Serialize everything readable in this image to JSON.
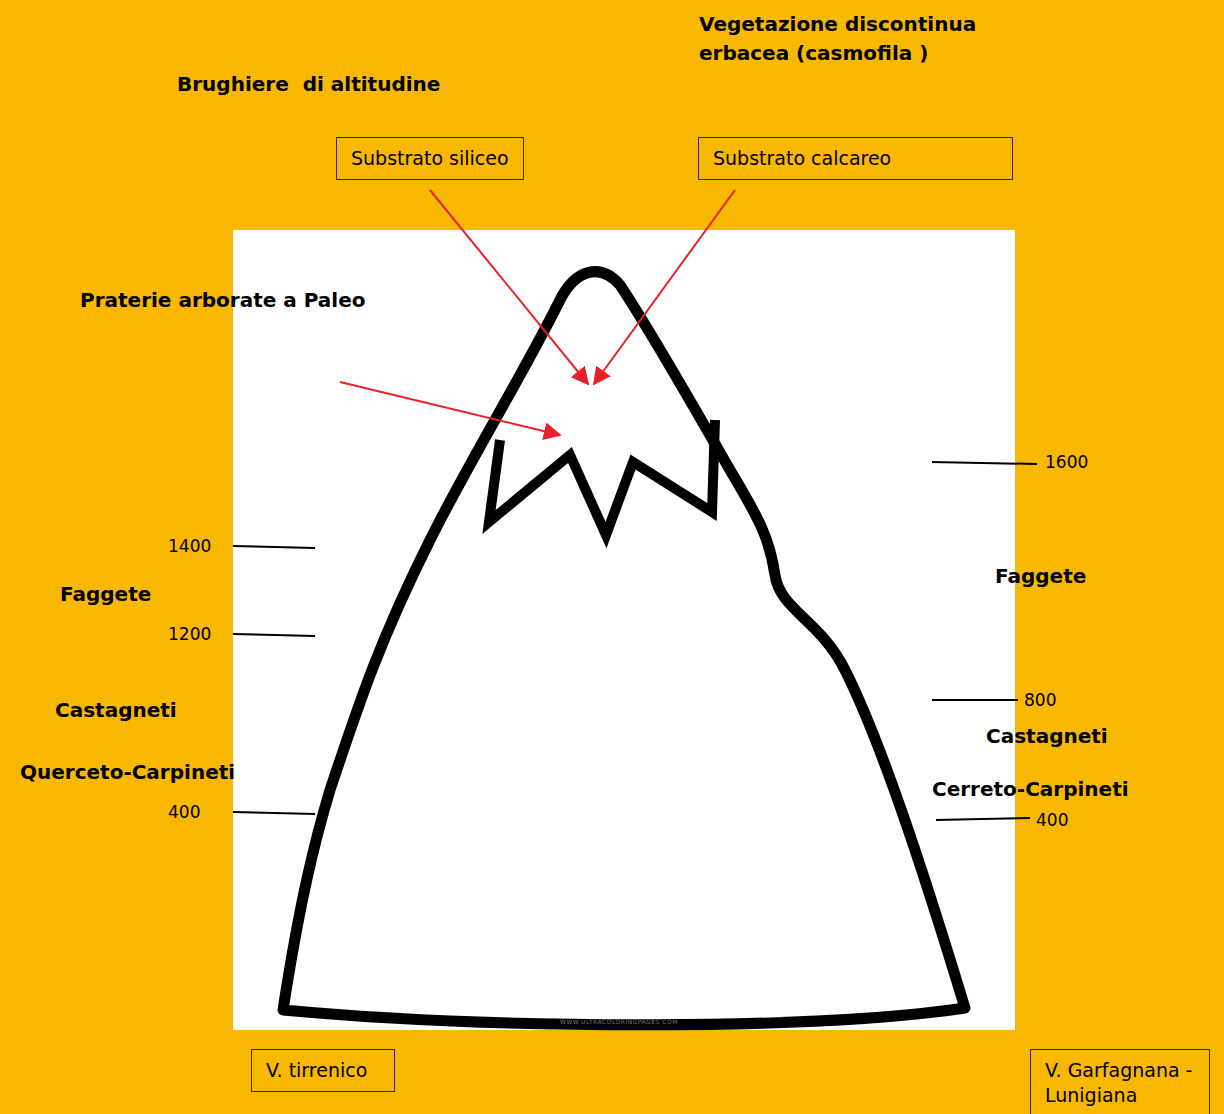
{
  "diagram": {
    "nodes": [
      {
        "text": [
          "Brughiere  di altitudine",
          "Substrato siliceo"
        ]
      },
      {
        "text": [
          "Vegetazione discontinua erbacea (casmofila )",
          "Substrato calcareo"
        ]
      },
      {
        "text": [
          "V. tirrenico"
        ]
      },
      {
        "text": [
          "V. Garfagnana - Lunigiana"
        ]
      }
    ],
    "labels": [
      "Praterie arborate a Paleo",
      "1400",
      "Faggete",
      "1200",
      "Castagneti",
      "Querceto-Carpineti",
      "400",
      "1600",
      "Faggete",
      "800",
      "Castagneti",
      "Cerreto-Carpineti",
      "400",
      "WWW.ULTRACOLORINGPAGES.COM"
    ]
  }
}
